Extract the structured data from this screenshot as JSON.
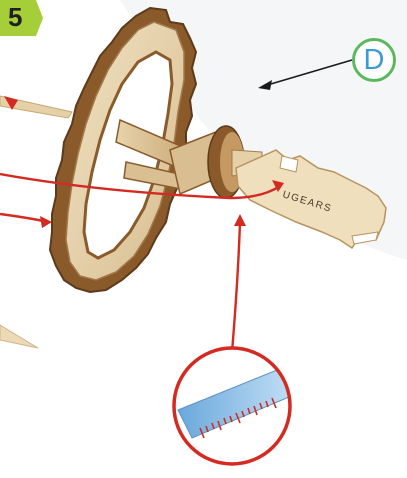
{
  "step": {
    "number": "5"
  },
  "part": {
    "label": "D"
  },
  "key": {
    "engraving": "UGEARS"
  },
  "colors": {
    "badge_green": "#a6ce39",
    "label_ring": "#5cb85c",
    "label_text": "#3e9ad6",
    "arrow_red": "#d42a22",
    "wood_light": "#e9d6b2",
    "wood_dark": "#8b5a2b",
    "ruler_blue": "#9ccaec"
  },
  "icons": {
    "badge": "step-badge-icon",
    "label": "part-label-circle",
    "magnifier": "magnifier-ruler-icon"
  }
}
